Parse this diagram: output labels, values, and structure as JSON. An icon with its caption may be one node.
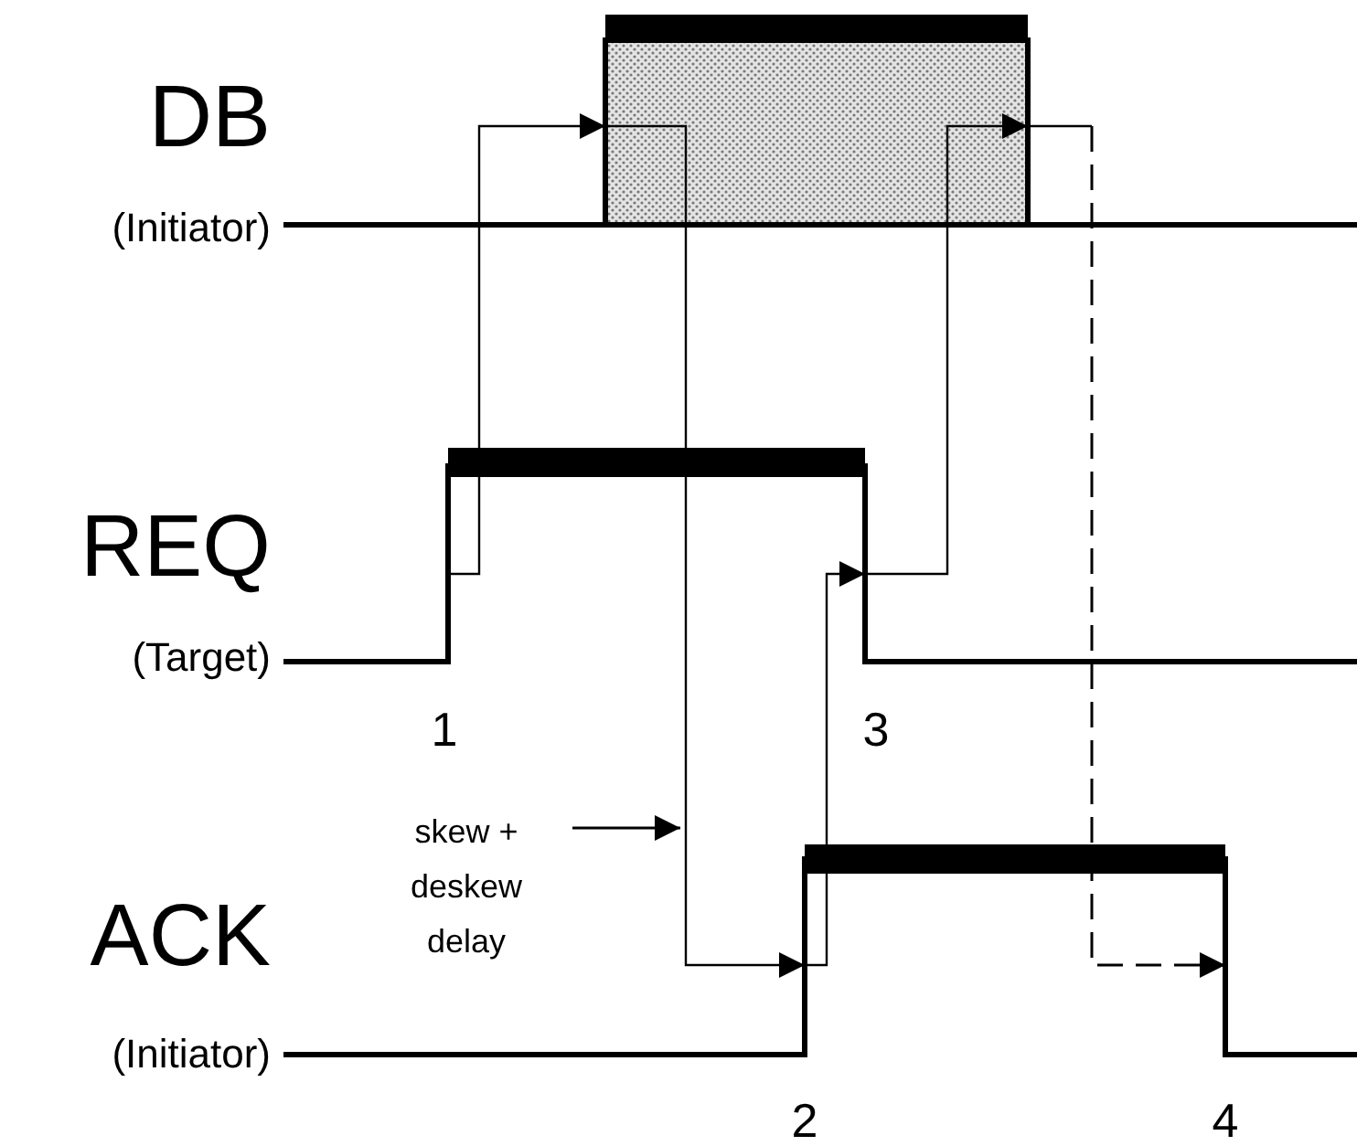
{
  "diagram": {
    "labels": [
      "DB",
      "(Initiator)",
      "REQ",
      "(Target)",
      "1",
      "3",
      "skew + deskew delay",
      "ACK",
      "(Initiator)",
      "2",
      "4"
    ]
  }
}
